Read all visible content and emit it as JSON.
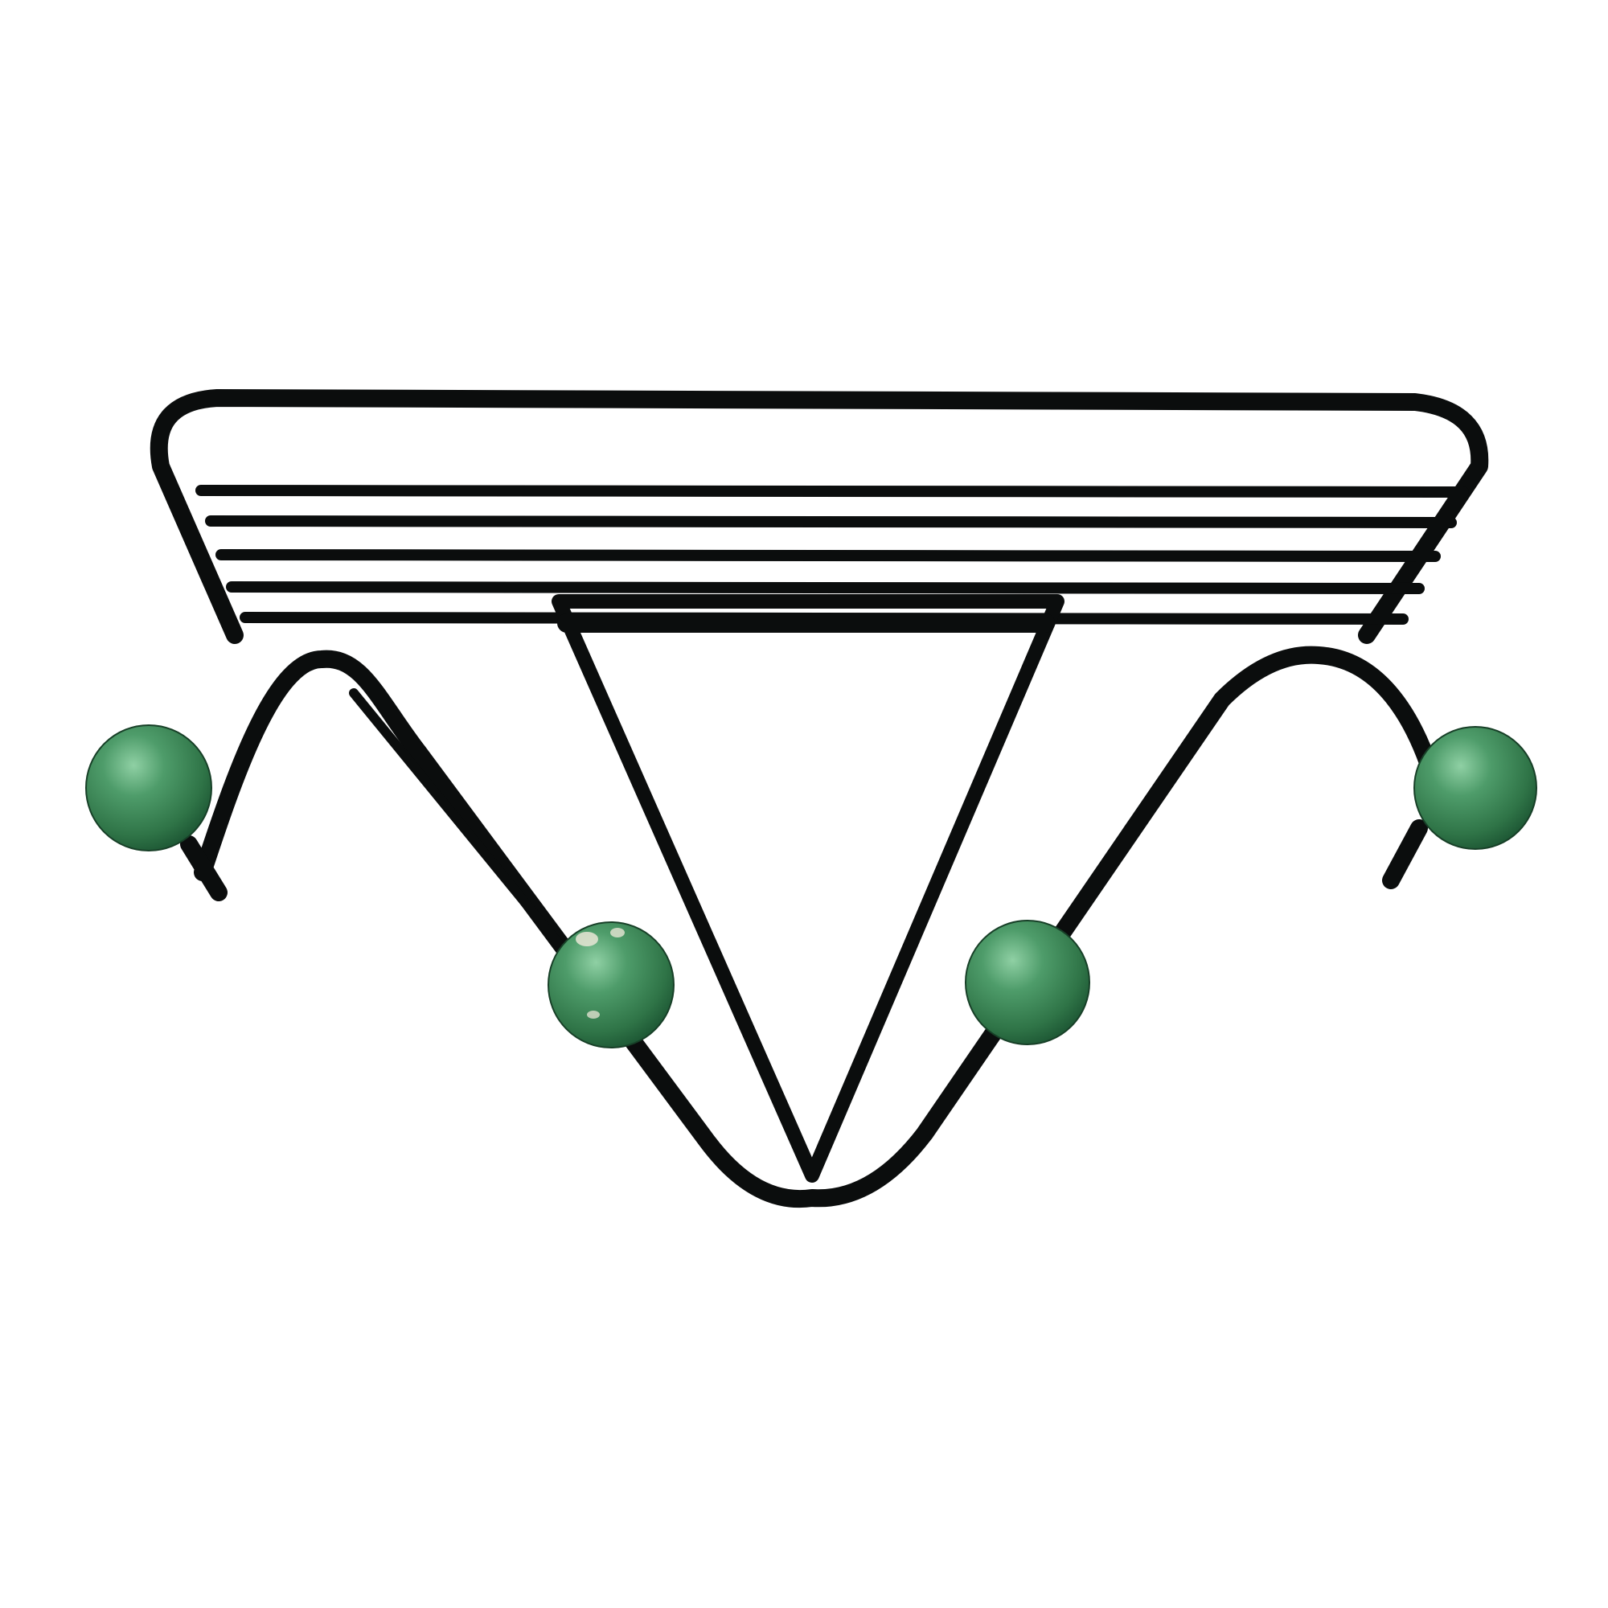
{
  "colors": {
    "background": "#ffffff",
    "wire": "#0b0d0d",
    "knob": "#3f8a5a",
    "knob_dark": "#1f5a36",
    "knob_light": "#8fd0a4"
  },
  "object": {
    "kind": "wall coat rack with hat shelf",
    "shelf_bars": 5,
    "hooks": 4
  }
}
